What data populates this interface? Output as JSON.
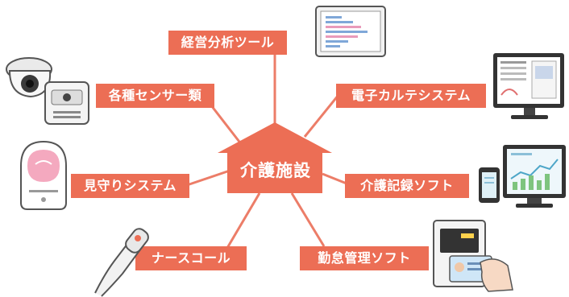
{
  "center": {
    "label": "介護施設"
  },
  "nodes": [
    {
      "id": "analysis",
      "label": "経営分析ツール",
      "device": "tablet-chart"
    },
    {
      "id": "sensors",
      "label": "各種センサー類",
      "device": "camera-sensor"
    },
    {
      "id": "ehr",
      "label": "電子カルテシステム",
      "device": "monitor-documents"
    },
    {
      "id": "watch",
      "label": "見守りシステム",
      "device": "watch-sensor"
    },
    {
      "id": "care",
      "label": "介護記録ソフト",
      "device": "phone-monitor-chart"
    },
    {
      "id": "nurse",
      "label": "ナースコール",
      "device": "nurse-call-handset"
    },
    {
      "id": "attendance",
      "label": "勤怠管理ソフト",
      "device": "card-reader"
    }
  ],
  "colors": {
    "accent": "#ec6e55",
    "line": "#ec7d68",
    "device_outline": "#555555",
    "screen_blue": "#c8e4f4",
    "watch_pink": "#f4a9bf"
  }
}
